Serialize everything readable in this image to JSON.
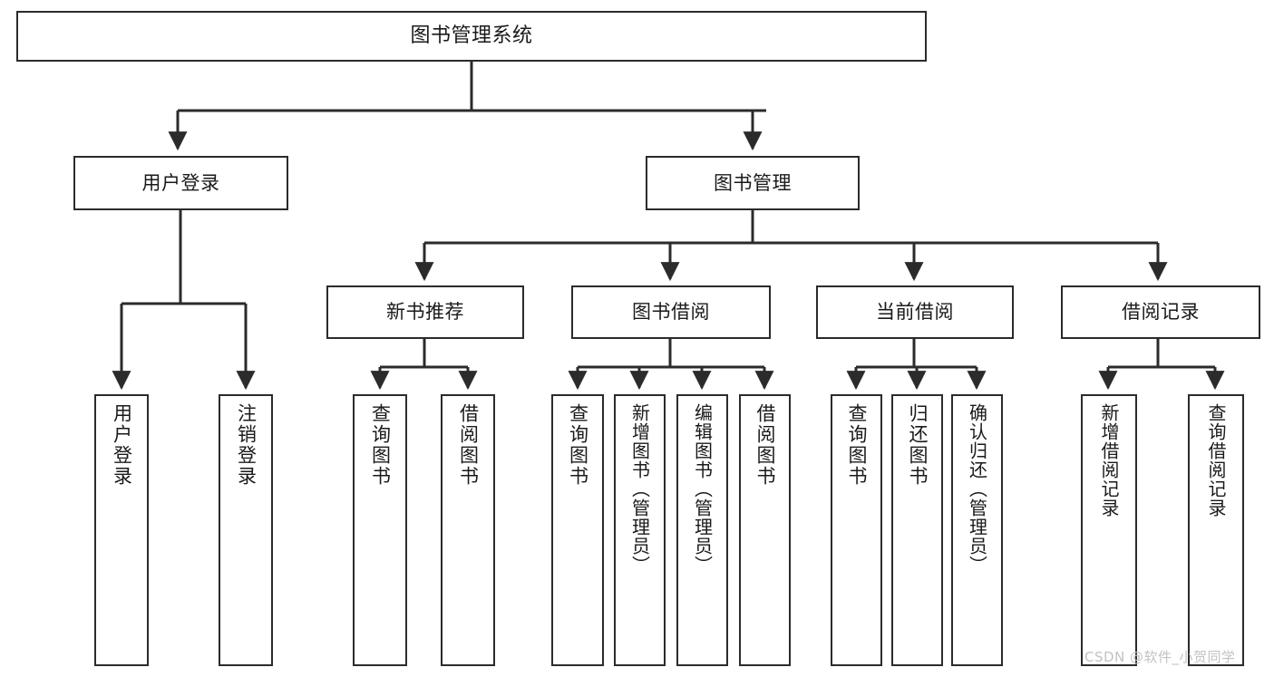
{
  "diagram": {
    "title": "图书管理系统",
    "type": "tree-hierarchy-chart",
    "line_color": "#2b2b2b",
    "box_fill": "#ffffff",
    "text_color": "#1a1a1a",
    "root": {
      "label": "图书管理系统"
    },
    "level2": [
      {
        "label": "用户登录"
      },
      {
        "label": "图书管理"
      }
    ],
    "level3": [
      {
        "label": "新书推荐"
      },
      {
        "label": "图书借阅"
      },
      {
        "label": "当前借阅"
      },
      {
        "label": "借阅记录"
      }
    ],
    "leaves": [
      {
        "label": "用户登录",
        "parent": "用户登录"
      },
      {
        "label": "注销登录",
        "parent": "用户登录"
      },
      {
        "label": "查询图书",
        "parent": "新书推荐"
      },
      {
        "label": "借阅图书",
        "parent": "新书推荐"
      },
      {
        "label": "查询图书",
        "parent": "图书借阅"
      },
      {
        "label": "新增图书（管理员）",
        "parent": "图书借阅"
      },
      {
        "label": "编辑图书（管理员）",
        "parent": "图书借阅"
      },
      {
        "label": "借阅图书",
        "parent": "图书借阅"
      },
      {
        "label": "查询图书",
        "parent": "当前借阅"
      },
      {
        "label": "归还图书",
        "parent": "当前借阅"
      },
      {
        "label": "确认归还（管理员）",
        "parent": "当前借阅"
      },
      {
        "label": "新增借阅记录",
        "parent": "借阅记录"
      },
      {
        "label": "查询借阅记录",
        "parent": "借阅记录"
      }
    ]
  },
  "watermark": {
    "text": "CSDN @软件_小贺同学"
  }
}
